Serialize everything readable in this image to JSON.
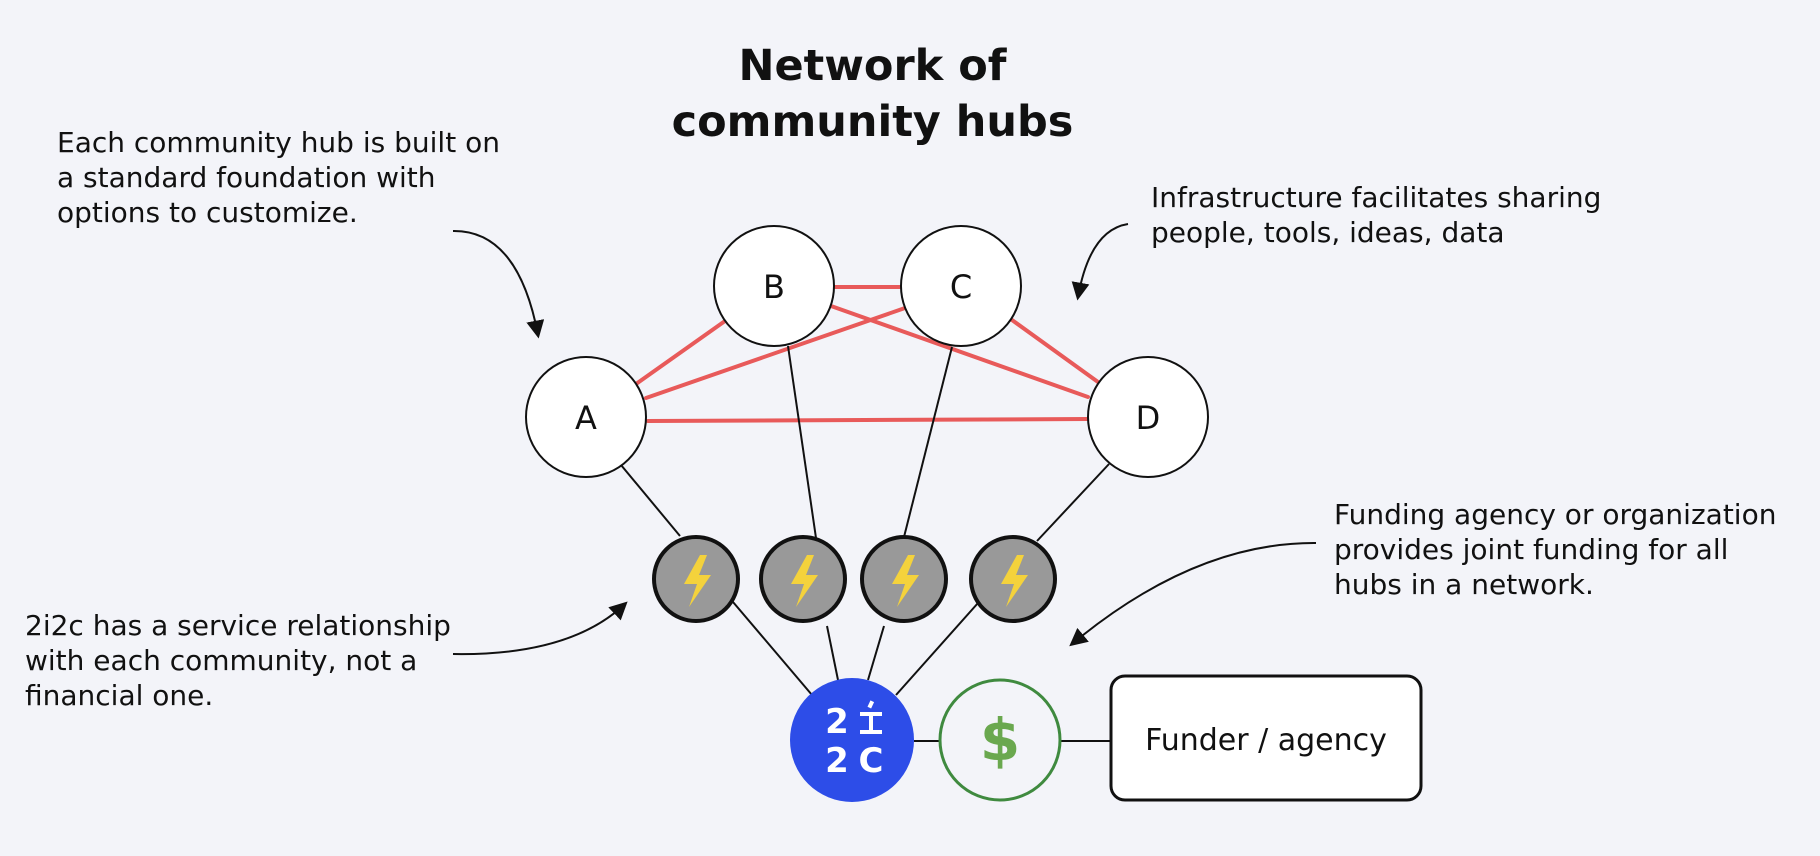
{
  "title": {
    "line1": "Network of",
    "line2": "community hubs"
  },
  "annotations": {
    "hub_foundation": [
      "Each community hub is built on",
      "a standard foundation with",
      "options to customize."
    ],
    "infrastructure": [
      "Infrastructure facilitates sharing",
      "people, tools, ideas, data"
    ],
    "service_relationship": [
      "2i2c has a service relationship",
      "with each community, not a",
      "financial one."
    ],
    "funding": [
      "Funding agency or organization",
      "provides joint funding for all",
      "hubs in a network."
    ]
  },
  "hubs": [
    "A",
    "B",
    "C",
    "D"
  ],
  "services": {
    "count": 4,
    "icon": "lightning-bolt-icon"
  },
  "provider": {
    "logo": "2i2c-logo"
  },
  "funding_node": {
    "symbol": "$"
  },
  "funder": {
    "label": "Funder / agency"
  },
  "colors": {
    "background": "#f3f4f9",
    "network_link": "#e85a5a",
    "provider_blue": "#2d4de8",
    "funding_green": "#3f8a3f",
    "dollar_green": "#6aa84f",
    "service_gray": "#999999",
    "bolt_yellow": "#f4d23c"
  }
}
